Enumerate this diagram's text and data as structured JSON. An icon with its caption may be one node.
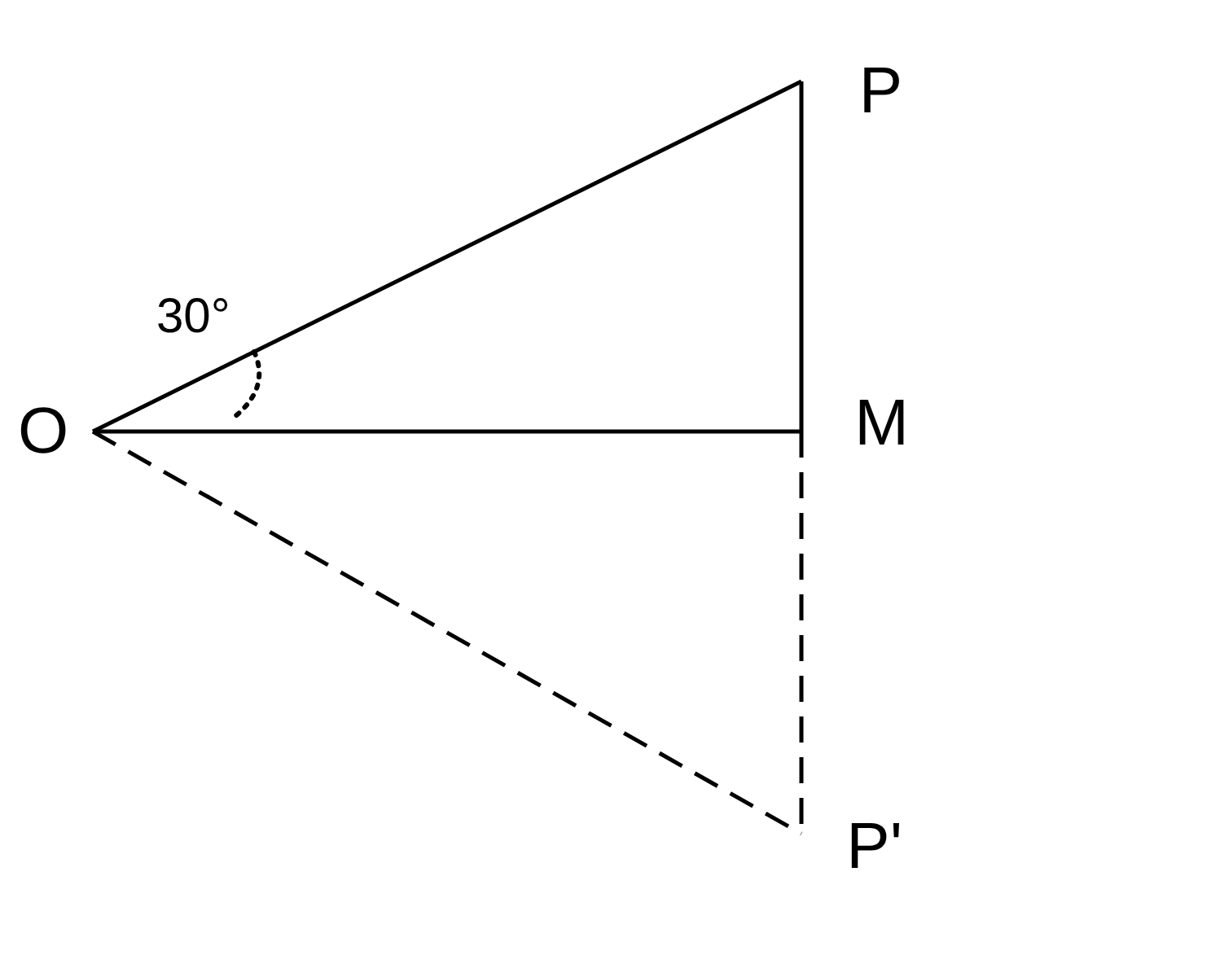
{
  "diagram": {
    "nodes": [
      {
        "text": [
          "O"
        ]
      },
      {
        "text": [
          "P"
        ]
      },
      {
        "text": [
          "M"
        ]
      },
      {
        "text": [
          "P'"
        ]
      }
    ],
    "edges": [
      {
        "from": 0,
        "to": 1,
        "arrow": "none"
      },
      {
        "from": 0,
        "to": 2,
        "arrow": "none"
      },
      {
        "from": 1,
        "to": 2,
        "arrow": "none"
      },
      {
        "from": 2,
        "to": 3,
        "arrow": "none",
        "style": "dashed"
      },
      {
        "from": 0,
        "to": 3,
        "arrow": "none",
        "style": "dashed"
      }
    ],
    "labels": [
      "30°"
    ]
  }
}
